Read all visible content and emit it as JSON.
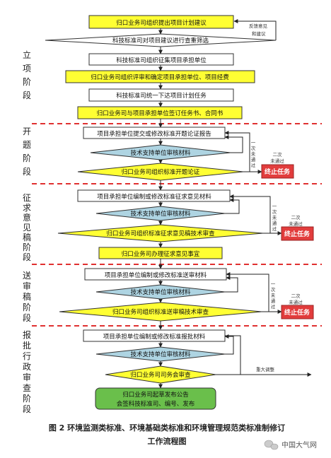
{
  "colors": {
    "yellow": "#ffff33",
    "blue": "#aed4e2",
    "red": "#e23c3c",
    "green": "#6abf4b",
    "dash": "#e03030",
    "diamond_white": "#ffffff"
  },
  "stages": {
    "s1": [
      "立",
      "项",
      "阶",
      "段"
    ],
    "s2": [
      "开",
      "题",
      "阶",
      "段"
    ],
    "s3": [
      "征",
      "求",
      "意",
      "见",
      "稿",
      "阶",
      "段"
    ],
    "s4": [
      "送",
      "审",
      "稿",
      "阶",
      "段"
    ],
    "s5": [
      "报",
      "批",
      "行",
      "政",
      "审",
      "查",
      "阶",
      "段"
    ]
  },
  "nodes": {
    "n1": "归口业务司组织提出项目计划建议",
    "n2": "科技标准司对项目建议进行查重筛选",
    "n3": "科技标准司组织征集项目承担单位",
    "n4": "归口业务司组织评审和确定项目承担单位、项目经费",
    "n5": "科技标准司统一下达项目计划任务",
    "n6": "归口业务司与项目承担单位签订任务书、合同书",
    "n7": "项目承担单位提交或修改标准开题论证报告",
    "n8": "技术支持单位审核材料",
    "n9": "归口业务司组织标准开题论证",
    "n10": "项目承担单位编制或修改标准征求意见材料",
    "n11": "技术支持单位审核材料",
    "n12": "归口业务司组织标准征求意见稿技术审查",
    "n13": "归口业务司办理征求意见事宜",
    "n14": "项目承担单位编制或修改标准送审材料",
    "n15": "技术支持单位审核材料",
    "n16": "归口业务司组织标准送审稿技术审查",
    "n17": "项目承担单位编制或修改标准报批材料",
    "n18": "技术支持单位审核材料",
    "n19": "归口业务司司务会审查",
    "n20_line1": "归口业务司起草发布公告",
    "n20_line2": "会签科技标准司、编号、发布"
  },
  "side_notes": {
    "feedback_line1": "反馈意见",
    "feedback_line2": "和建议",
    "first_fail": [
      "一",
      "次",
      "未",
      "通",
      "过"
    ],
    "second_fail_line1": "二次",
    "second_fail_line2": "未通过",
    "major_adjust": "重大调整"
  },
  "stop_label": "终止任务",
  "caption": {
    "line1": "图 2  环境监测类标准、环境基础类标准和环境管理规范类标准制修订",
    "line2": "工作流程图"
  },
  "watermark": "中国大气网"
}
